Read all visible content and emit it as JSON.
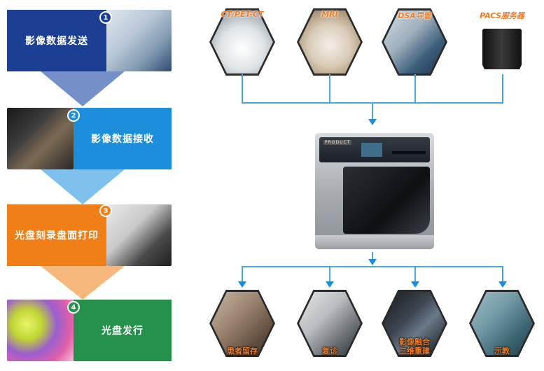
{
  "colors": {
    "step1": "#1c3f93",
    "step2": "#1d8edc",
    "step3": "#f07f17",
    "step4": "#24904a",
    "connector": "#4aa6dd",
    "label_orange": "#f47a20"
  },
  "workflow": {
    "steps": [
      {
        "number": "1",
        "label": "影像数据发送"
      },
      {
        "number": "2",
        "label": "影像数据接收"
      },
      {
        "number": "3",
        "label": "光盘刻录盘面打印"
      },
      {
        "number": "4",
        "label": "光盘发行"
      }
    ]
  },
  "sources": [
    {
      "label": "CT/PET-CT",
      "icon": "ct-scanner-photo"
    },
    {
      "label": "MRI",
      "icon": "mri-photo"
    },
    {
      "label": "DSA导管",
      "icon": "dsa-photo"
    },
    {
      "label": "PACS服务器",
      "icon": "pacs-server-photo"
    }
  ],
  "device": {
    "brand_tag": "PRODUCT",
    "icon": "disc-publisher-photo"
  },
  "outputs": [
    {
      "label": "患者留存",
      "icon": "patient-photo"
    },
    {
      "label": "复诊",
      "icon": "doctor-review-photo"
    },
    {
      "label": "影像融合\n三维重建",
      "icon": "workstation-photo"
    },
    {
      "label": "示教",
      "icon": "teaching-photo"
    }
  ]
}
